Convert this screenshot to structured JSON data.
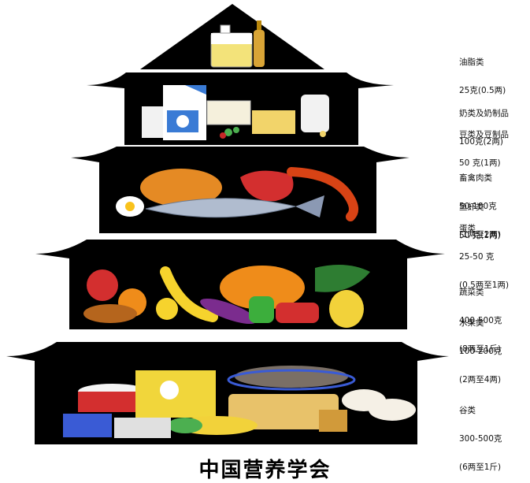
{
  "tiers": [
    {
      "name": "油脂类",
      "amounts": [
        "25克(0.5两)"
      ]
    },
    {
      "name": "奶类及奶制品",
      "amounts": [
        "100克(2两)"
      ],
      "name2": "豆类及豆制品",
      "amounts2": [
        "50 克(1两)"
      ]
    },
    {
      "name": "畜禽肉类",
      "amounts": [
        "50-100克",
        "(1两至2两)"
      ],
      "name2": "鱼虾类",
      "amounts2": [
        "50 克(1两)"
      ],
      "name3": "蛋类",
      "amounts3": [
        "25-50 克",
        "(0.5两至1两)"
      ]
    },
    {
      "name": "蔬菜类",
      "amounts": [
        "400-500克",
        "(8两至1斤)"
      ],
      "name2": "水果类",
      "amounts2": [
        "100-200克",
        "(2两至4两)"
      ]
    },
    {
      "name": "谷类",
      "amounts": [
        "300-500克",
        "(6两至1斤)"
      ]
    }
  ],
  "footer": "中国营养学会",
  "colors": {
    "pagoda": "#000000",
    "background": "#ffffff"
  },
  "icons": [
    "oil-bottle-icon",
    "milk-carton-icon",
    "tofu-icon",
    "chicken-icon",
    "fish-icon",
    "shrimp-icon",
    "egg-icon",
    "vegetables-icon",
    "fruit-icon",
    "rice-bowl-icon",
    "bread-icon",
    "noodles-icon",
    "corn-icon"
  ]
}
